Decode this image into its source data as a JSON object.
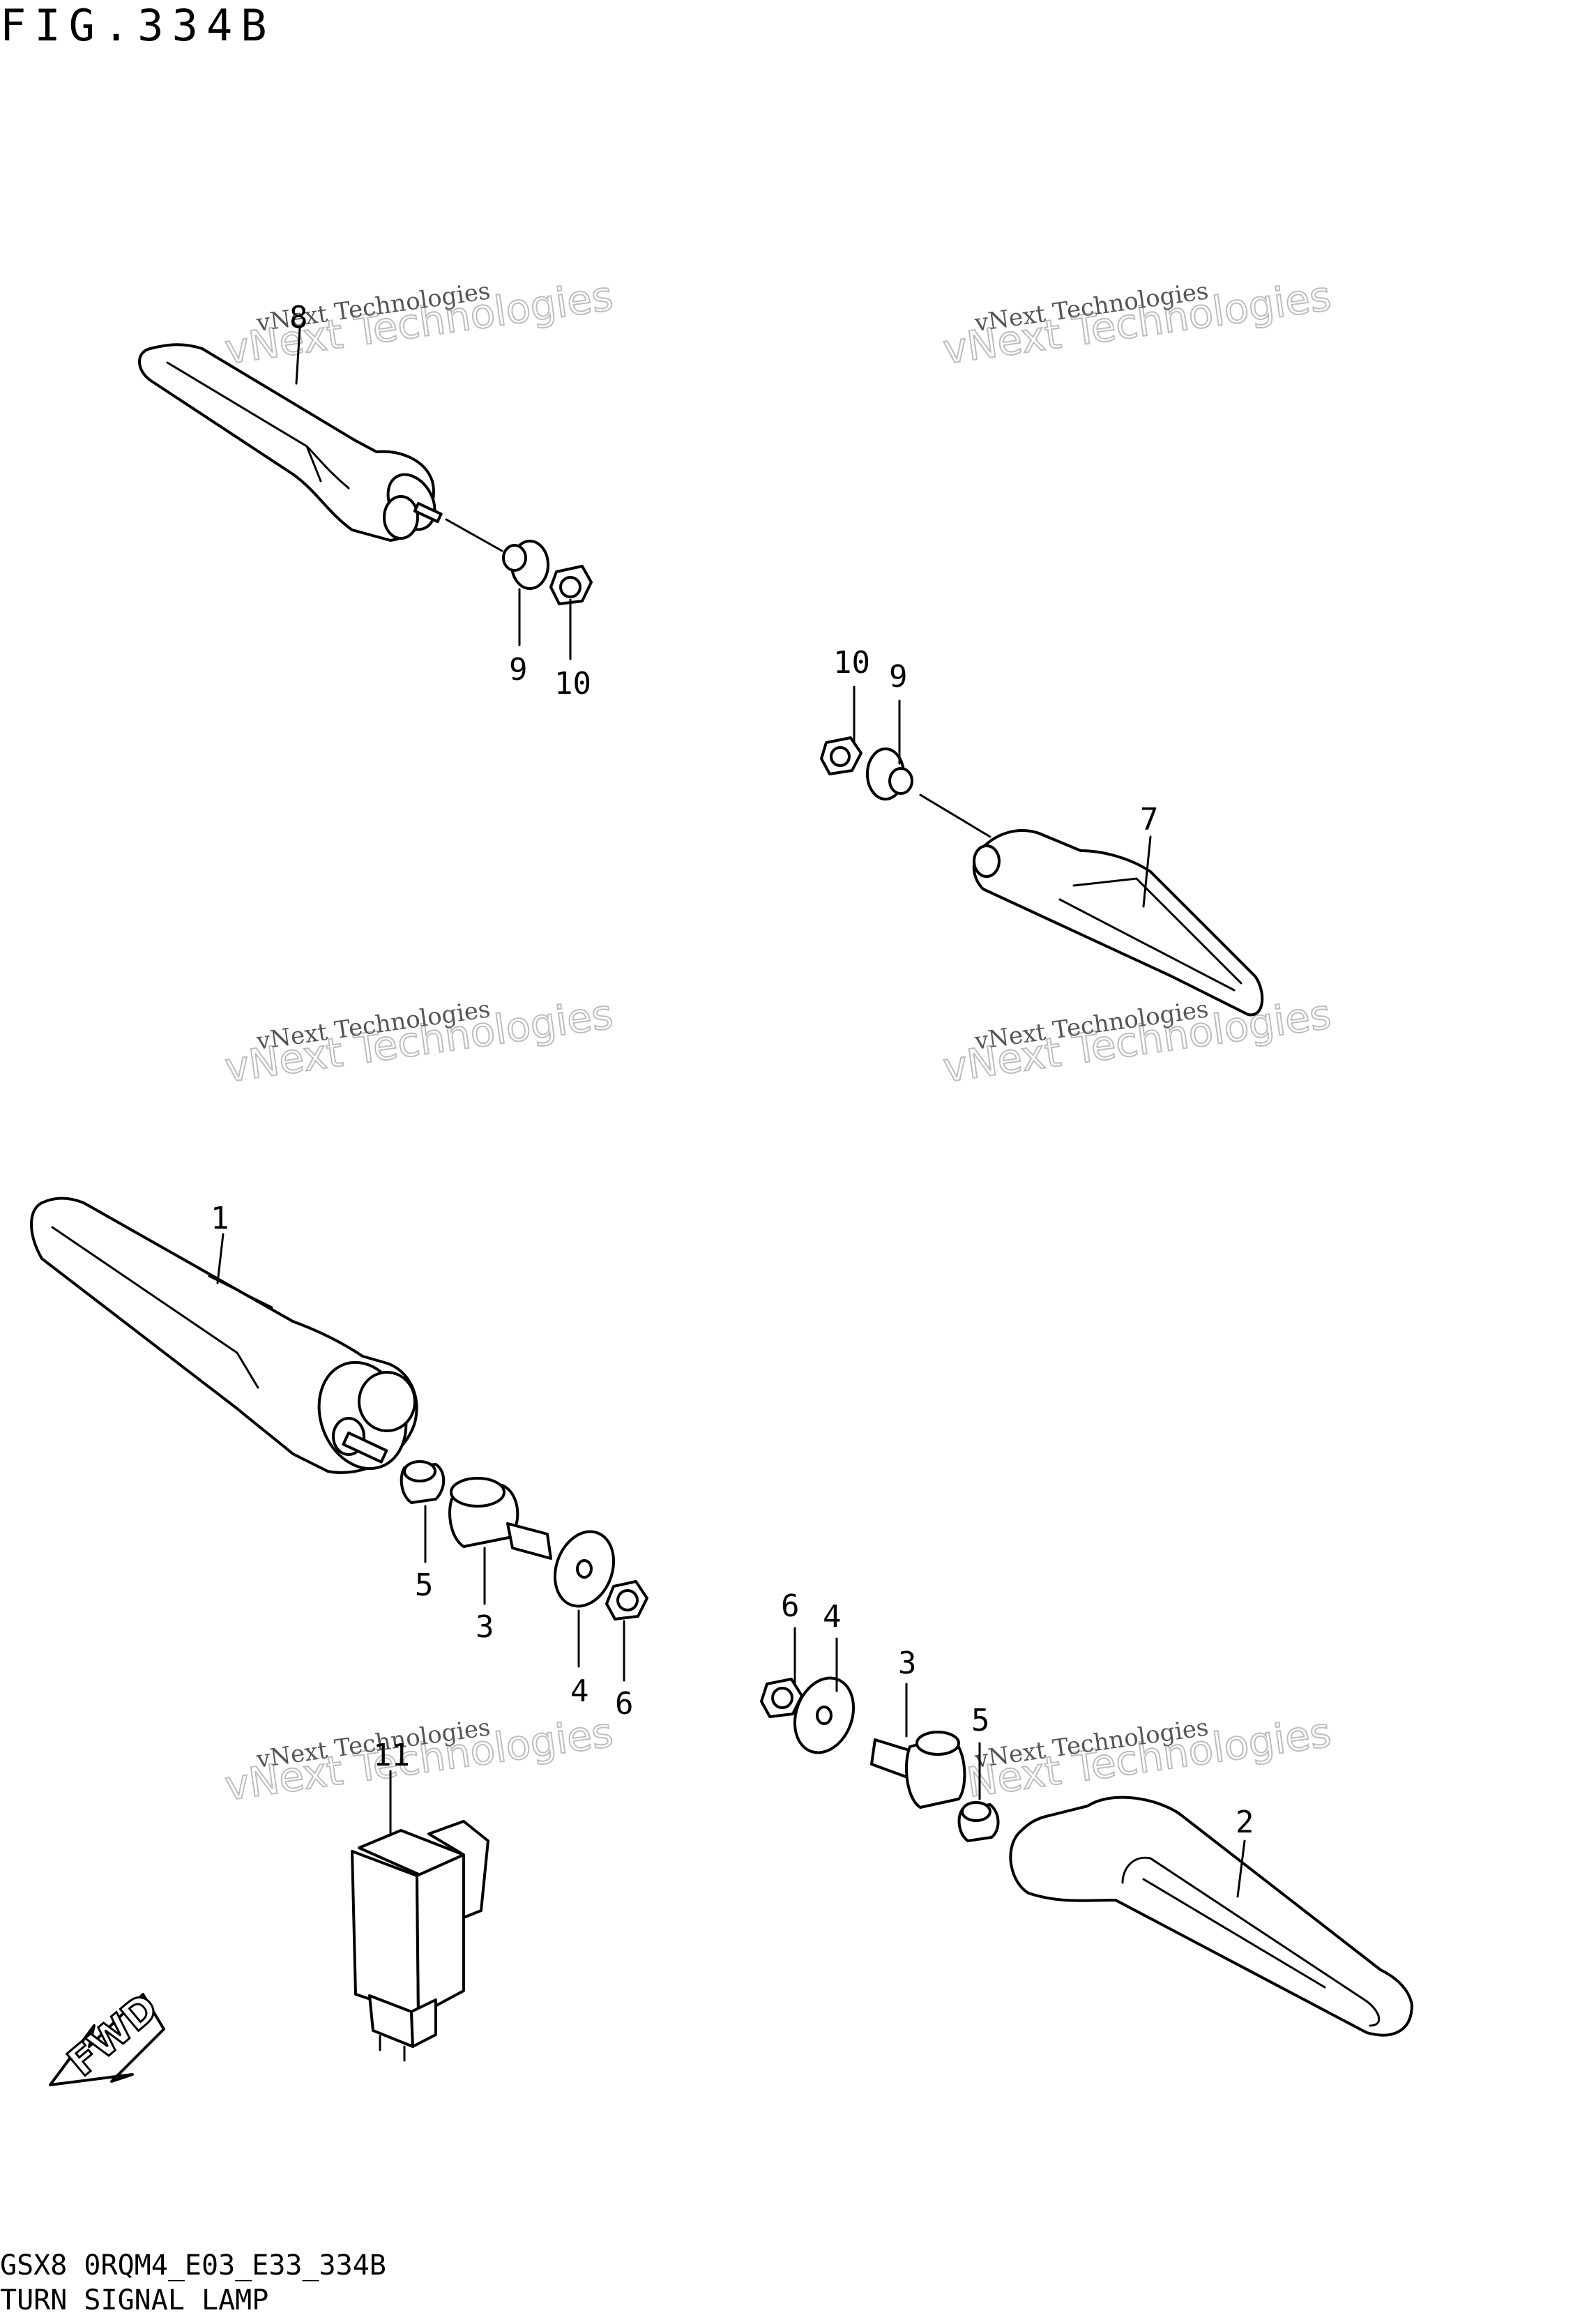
{
  "figure": {
    "title": "FIG.334B",
    "code": "GSX8 0RQM4_E03_E33_334B",
    "name": "TURN SIGNAL LAMP"
  },
  "watermark": {
    "line1": "vNext Technologies",
    "line2": "vNext Technologies"
  },
  "fwd_label": "FWD",
  "callouts": {
    "p8": "8",
    "p9a": "9",
    "p10a": "10",
    "p10b": "10",
    "p9b": "9",
    "p7": "7",
    "p1": "1",
    "p5a": "5",
    "p3a": "3",
    "p4a": "4",
    "p6a": "6",
    "p6b": "6",
    "p4b": "4",
    "p3b": "3",
    "p5b": "5",
    "p2": "2",
    "p11": "11"
  }
}
